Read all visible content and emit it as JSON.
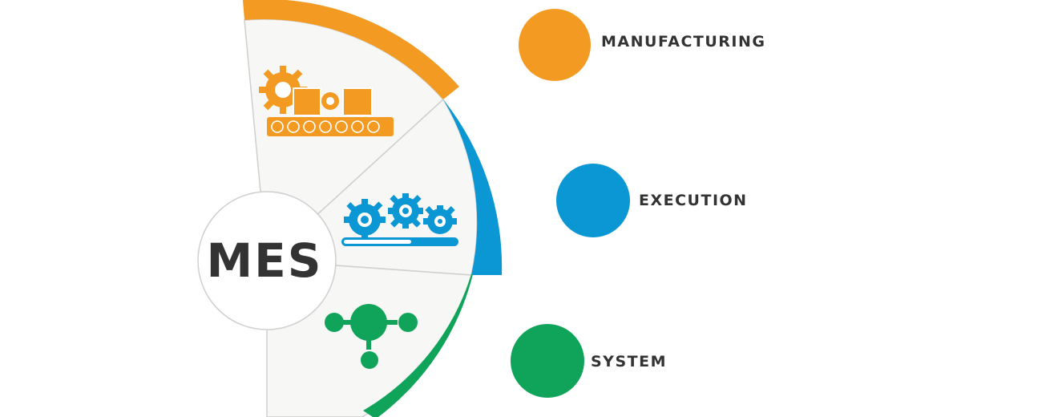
{
  "center": {
    "label": "MES"
  },
  "legend": [
    {
      "label": "MANUFACTURING",
      "color": "#f39a22",
      "icon": "conveyor-icon"
    },
    {
      "label": "EXECUTION",
      "color": "#0b97d3",
      "icon": "gears-progress-icon"
    },
    {
      "label": "SYSTEM",
      "color": "#10a35a",
      "icon": "network-nodes-icon"
    }
  ],
  "colors": {
    "manufacturing": "#f39a22",
    "execution": "#0b97d3",
    "system": "#10a35a",
    "wedge_fill": "#f7f7f5",
    "outline": "#cfcfcf",
    "text": "#333333"
  }
}
